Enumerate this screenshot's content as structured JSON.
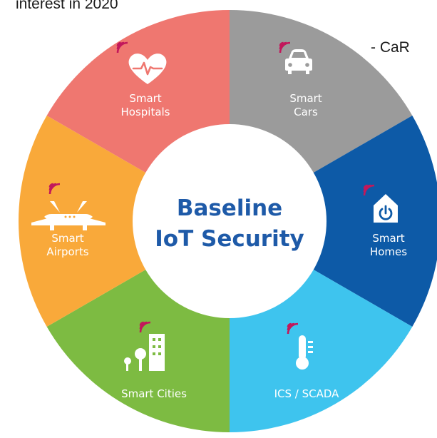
{
  "header_text": "interest in 2020",
  "side_text": "-   CaR",
  "center": {
    "line1": "Baseline",
    "line2": "IoT Security"
  },
  "segments": [
    {
      "label_lines": [
        "Smart",
        "Cars"
      ],
      "icon": "car-icon",
      "color": "#9b9b9b"
    },
    {
      "label_lines": [
        "Smart",
        "Homes"
      ],
      "icon": "home-power-icon",
      "color": "#0d5aa7"
    },
    {
      "label_lines": [
        "ICS / SCADA"
      ],
      "icon": "thermometer-icon",
      "color": "#3ec4ee"
    },
    {
      "label_lines": [
        "Smart Cities"
      ],
      "icon": "city-icon",
      "color": "#7dbb42"
    },
    {
      "label_lines": [
        "Smart",
        "Airports"
      ],
      "icon": "airplane-icon",
      "color": "#f9a93a"
    },
    {
      "label_lines": [
        "Smart",
        "Hospitals"
      ],
      "icon": "heart-pulse-icon",
      "color": "#ef7770"
    }
  ],
  "colors": {
    "wifi": "#c2185b",
    "center_text": "#1e5aa8"
  }
}
